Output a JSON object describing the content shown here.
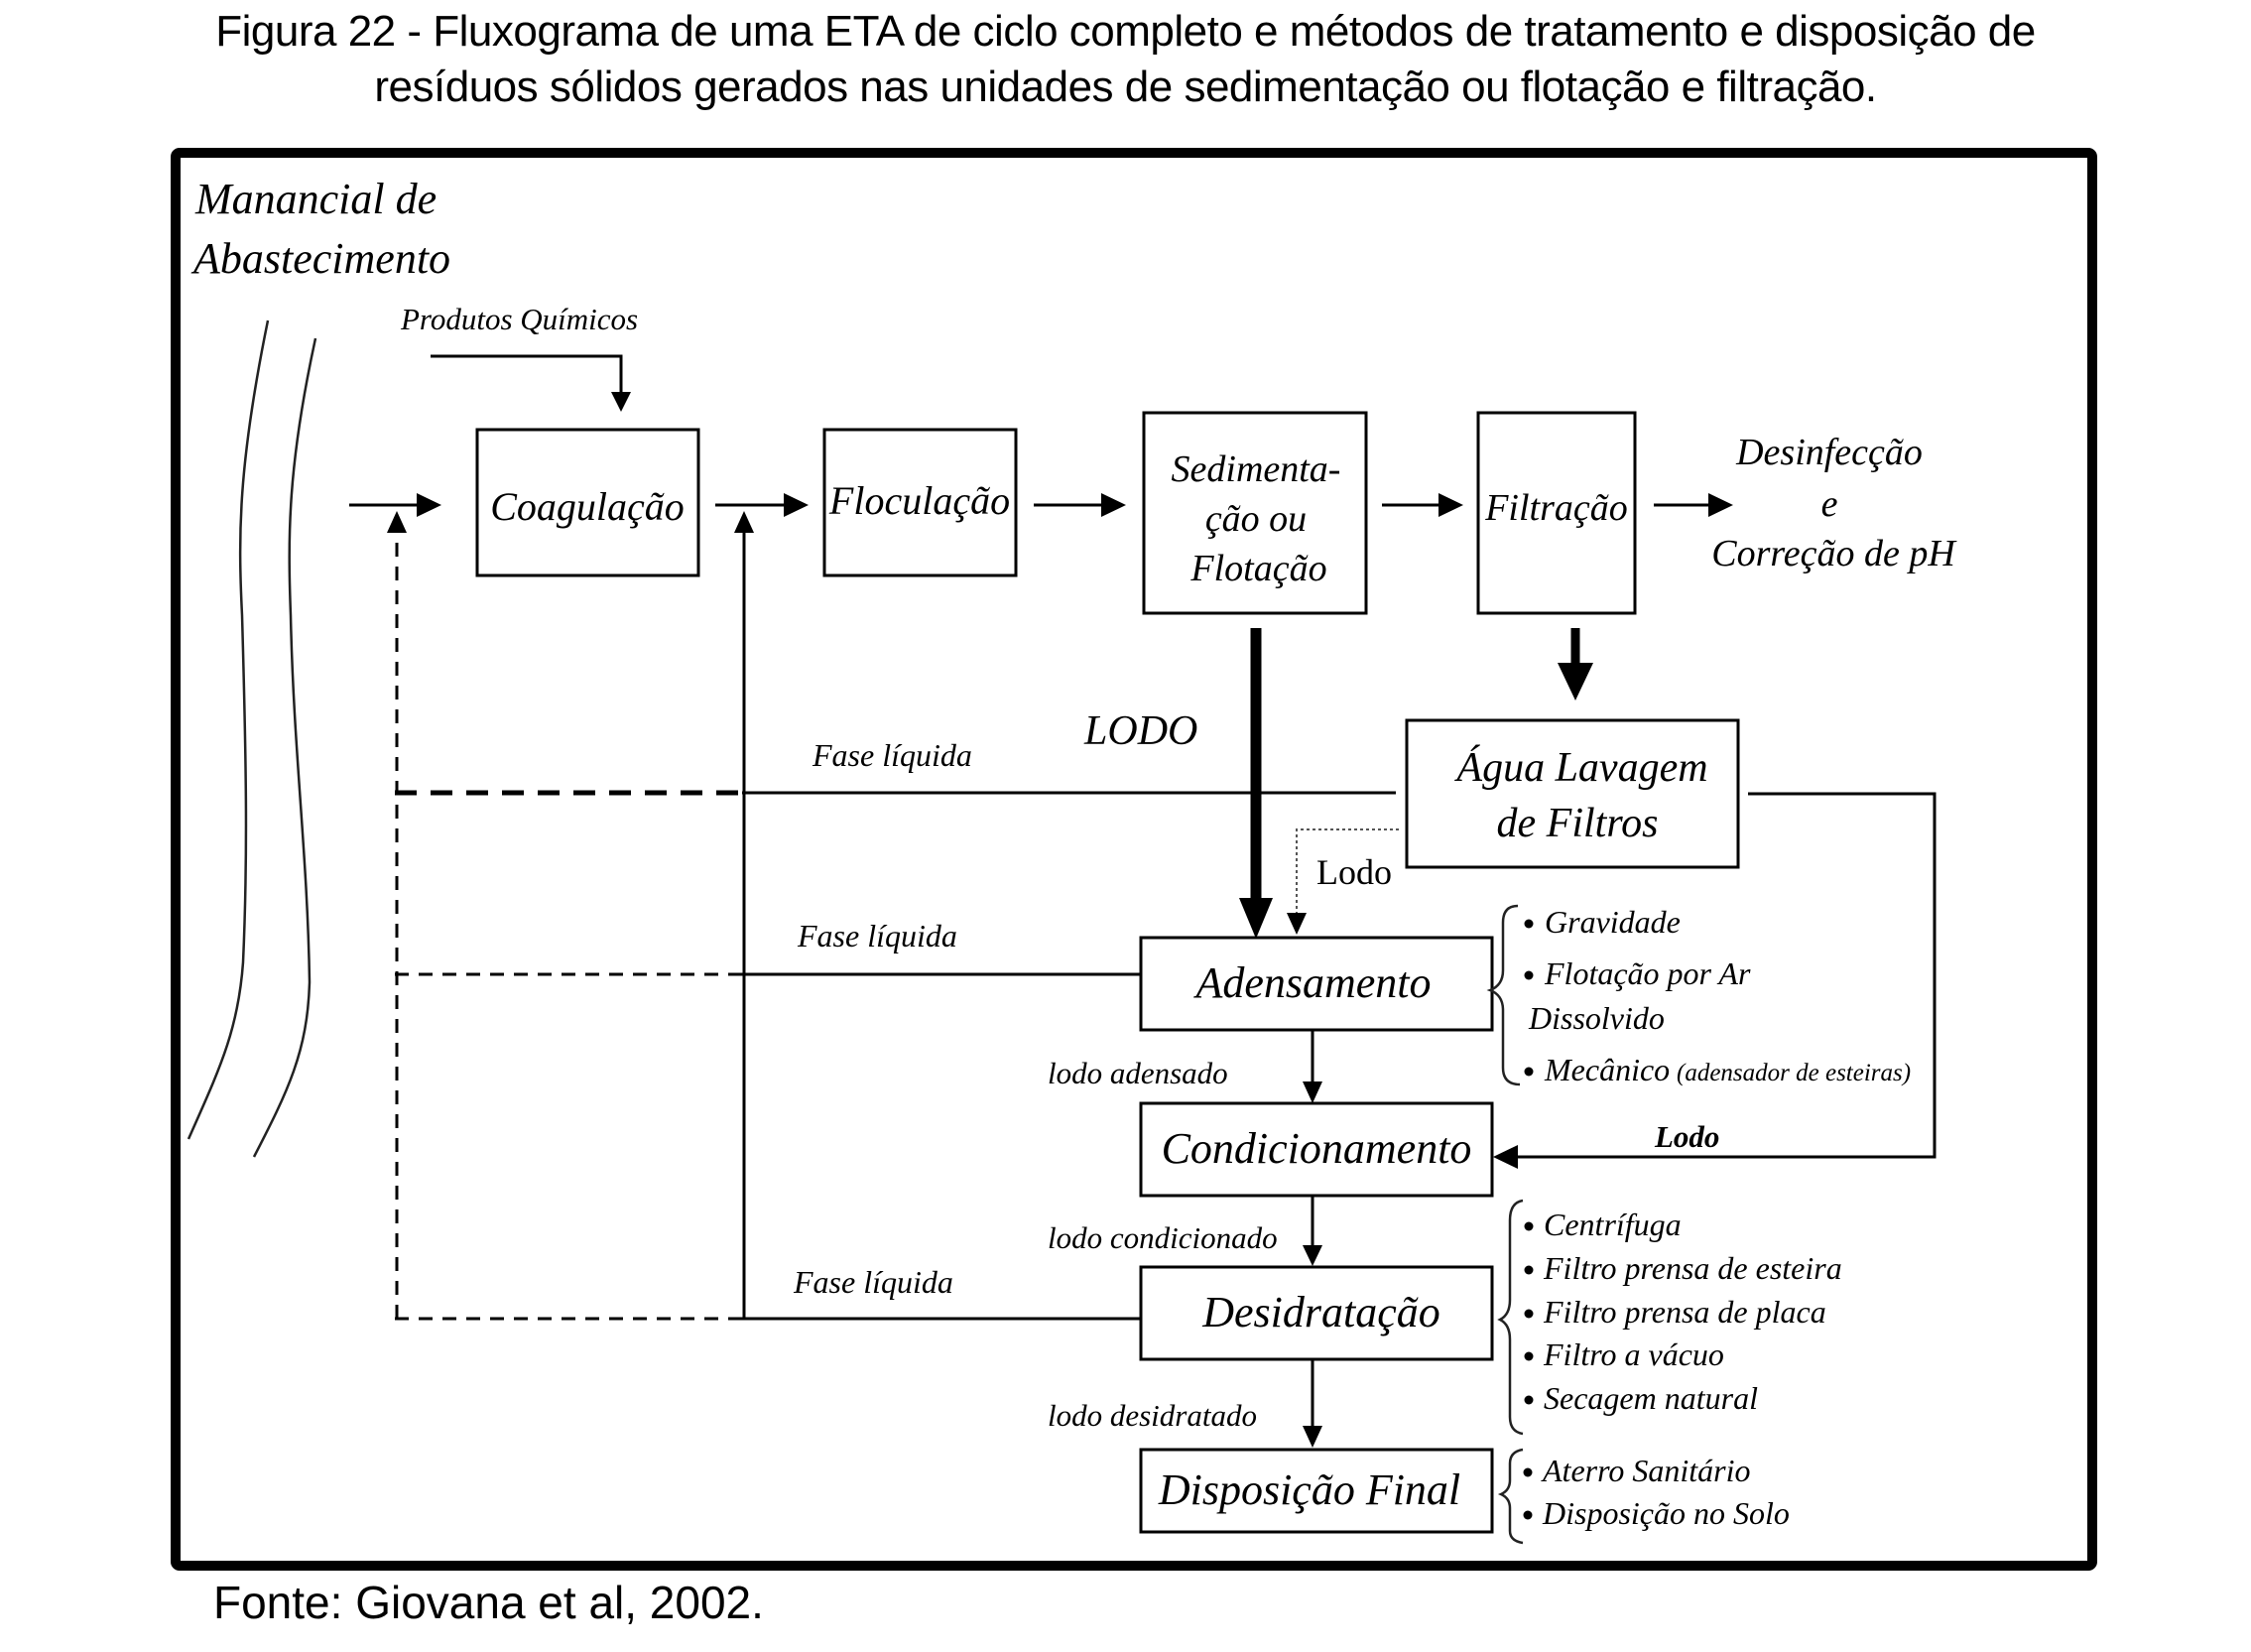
{
  "caption": {
    "line1": "Figura 22 - Fluxograma de uma ETA de ciclo completo e métodos de tratamento e disposição de",
    "line2": "resíduos sólidos gerados nas unidades de sedimentação ou flotação e filtração."
  },
  "source": "Fonte: Giovana et al, 2002.",
  "diagram": {
    "source_label": [
      "Manancial de",
      "Abastecimento"
    ],
    "chemicals_label": "Produtos Químicos",
    "process": {
      "coagulation": "Coagulação",
      "flocculation": "Floculação",
      "sedimentation": [
        "Sedimenta-",
        "ção ou",
        "Flotação"
      ],
      "filtration": "Filtração",
      "disinfection": [
        "Desinfecção",
        "e",
        "Correção de pH"
      ]
    },
    "sludge_label": "LODO",
    "wash_water": [
      "Água Lavagem",
      "de Filtros"
    ],
    "wash_sludge_label": "Lodo",
    "wash_to_conditioning_label": "Lodo",
    "liquid_phase_labels": [
      "Fase líquida",
      "Fase líquida",
      "Fase líquida"
    ],
    "residue_steps": {
      "thickening": "Adensamento",
      "conditioning": "Condicionamento",
      "dewatering": "Desidratação",
      "final_disposal": "Disposição Final"
    },
    "flow_labels": {
      "thickened": "lodo adensado",
      "conditioned": "lodo condicionado",
      "dewatered": "lodo desidratado"
    },
    "methods": {
      "thickening": [
        {
          "text": "Gravidade"
        },
        {
          "text": "Flotação por Ar",
          "cont": "Dissolvido"
        },
        {
          "text": "Mecânico",
          "note": "(adensador de esteiras)"
        }
      ],
      "dewatering": [
        "Centrífuga",
        "Filtro prensa de esteira",
        "Filtro prensa de placa",
        "Filtro a vácuo",
        "Secagem natural"
      ],
      "final_disposal": [
        "Aterro Sanitário",
        "Disposição no Solo"
      ]
    }
  }
}
